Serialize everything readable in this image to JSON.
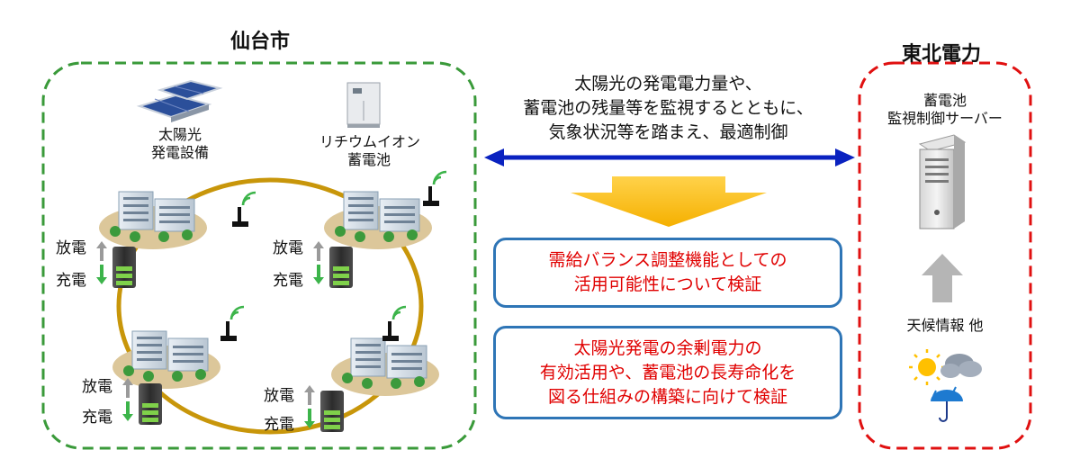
{
  "sendai": {
    "title": "仙台市",
    "solar_label": [
      "太陽光",
      "発電設備"
    ],
    "battery_label": [
      "リチウムイオン",
      "蓄電池"
    ],
    "discharge": "放電",
    "charge": "充電"
  },
  "tohoku": {
    "title": "東北電力",
    "server_label": [
      "蓄電池",
      "監視制御サーバー"
    ],
    "weather_label": "天候情報 他"
  },
  "center": {
    "message": [
      "太陽光の発電電力量や、",
      "蓄電池の残量等を監視するとともに、",
      "気象状況等を踏まえ、最適制御"
    ],
    "box1": [
      "需給バランス調整機能としての",
      "活用可能性について検証"
    ],
    "box2": [
      "太陽光発電の余剰電力の",
      "有効活用や、蓄電池の長寿命化を",
      "図る仕組みの構築に向けて検証"
    ]
  },
  "colors": {
    "green_border": "#3a9a3a",
    "red_border": "#e01010",
    "blue_arrow": "#0a22c0",
    "yellow_arrow": "#ffc000",
    "box_border": "#2e75b6",
    "box_text": "#e00000",
    "ring": "#c8960a"
  }
}
